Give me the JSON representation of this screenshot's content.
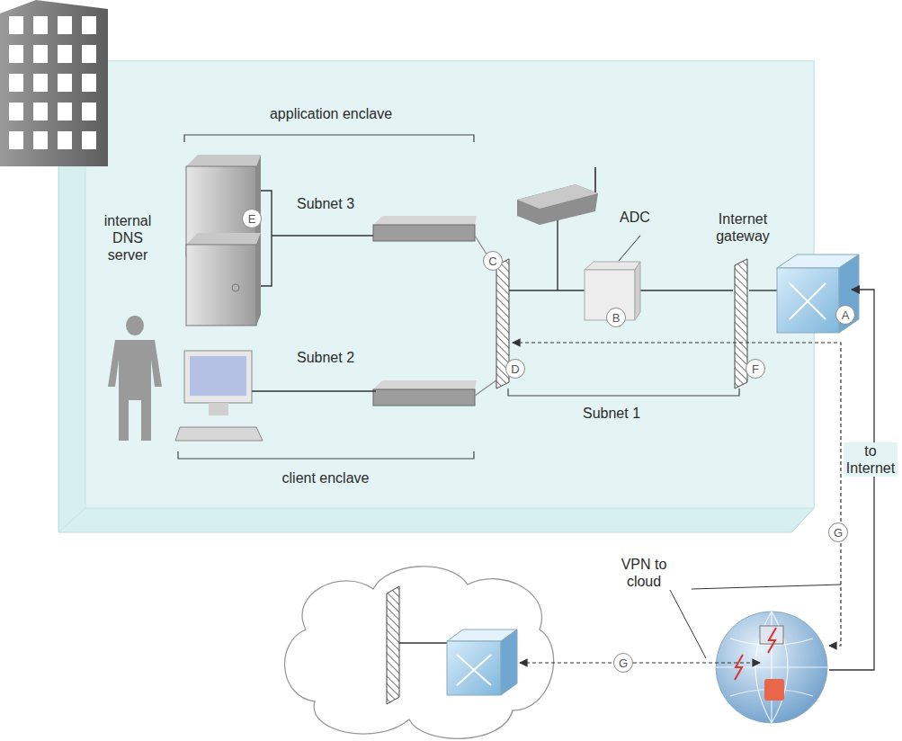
{
  "diagram": {
    "nodes": [
      {
        "text": [
          "E"
        ]
      },
      {
        "text": [
          "C"
        ]
      },
      {
        "text": [
          "B"
        ]
      },
      {
        "text": [
          "A"
        ]
      },
      {
        "text": [
          "D"
        ]
      },
      {
        "text": [
          "F"
        ]
      },
      {
        "text": [
          "G"
        ]
      },
      {
        "text": [
          "G"
        ]
      }
    ],
    "labels": [
      "application enclave",
      "Subnet 3",
      "internal DNS server",
      "ADC",
      "Internet gateway",
      "Subnet 2",
      "Subnet 1",
      "to Internet",
      "client enclave",
      "VPN to cloud"
    ]
  }
}
